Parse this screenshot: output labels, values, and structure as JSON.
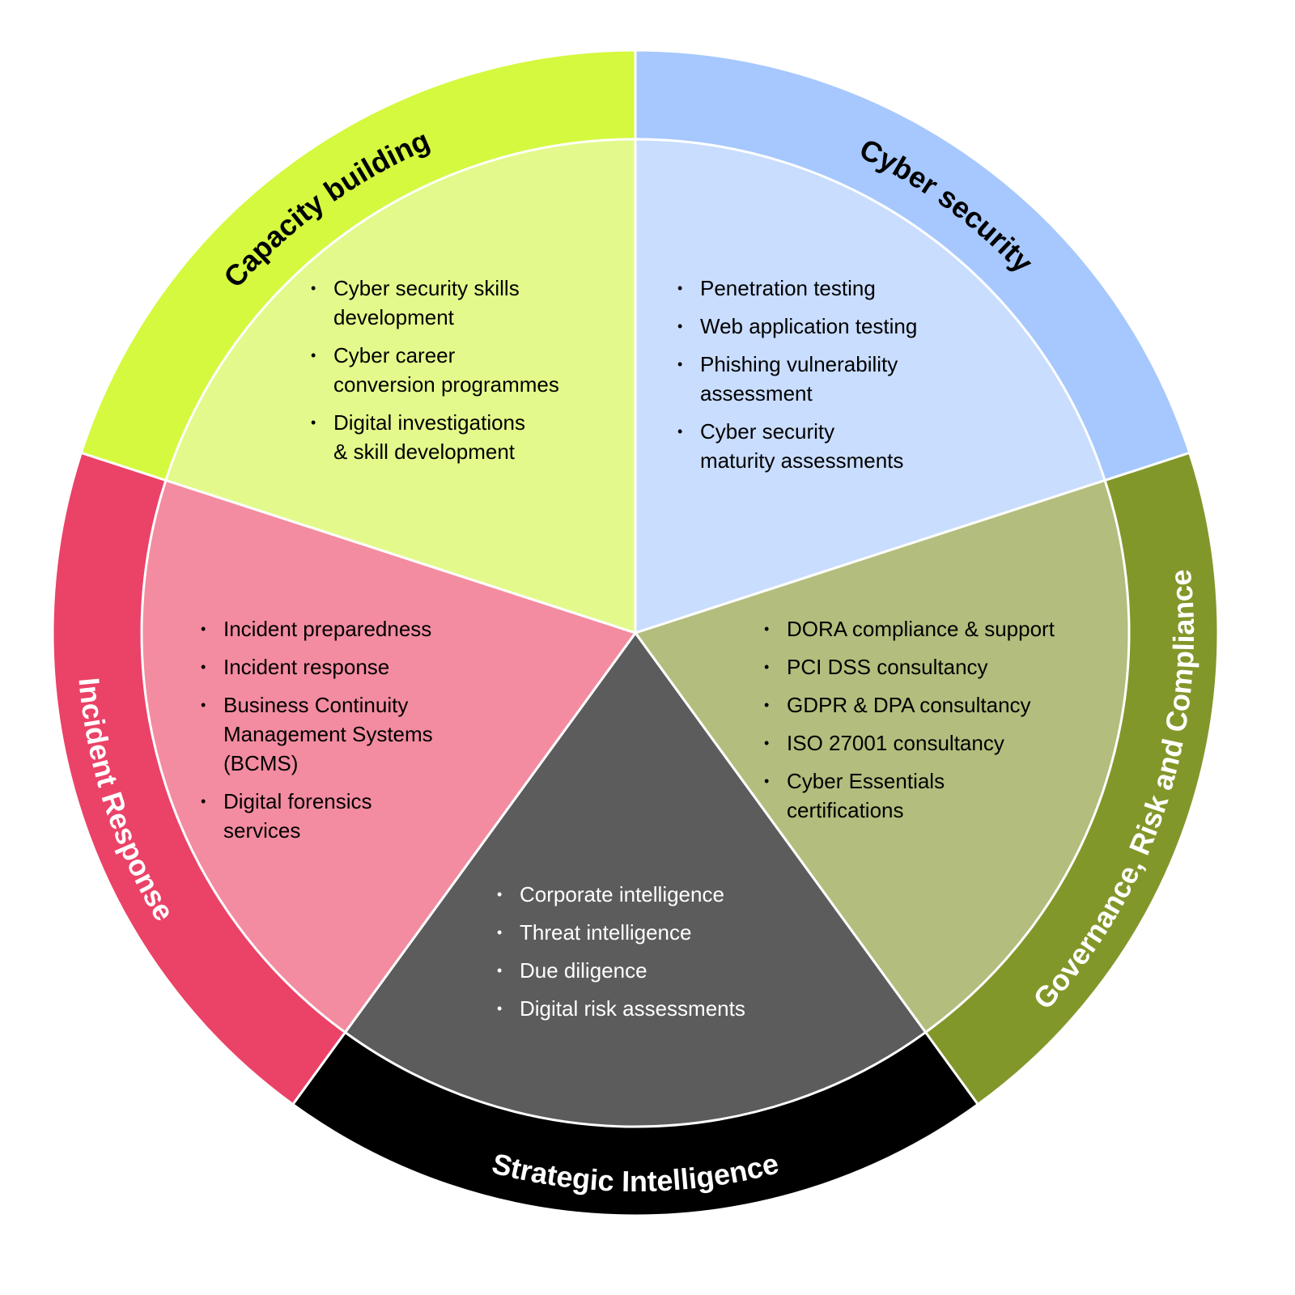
{
  "segments": [
    {
      "id": "capacity-building",
      "title": "Capacity building",
      "outer_color": "#d4f93f",
      "inner_color": "#e3f98b",
      "text_color": "#000000",
      "title_color": "#000000",
      "items": [
        [
          "Cyber security skills",
          "development"
        ],
        [
          "Cyber career",
          "conversion programmes"
        ],
        [
          "Digital investigations",
          "& skill development"
        ]
      ]
    },
    {
      "id": "cyber-security",
      "title": "Cyber security",
      "outer_color": "#a6c8fe",
      "inner_color": "#c9ddfe",
      "text_color": "#000000",
      "title_color": "#000000",
      "items": [
        [
          "Penetration testing"
        ],
        [
          "Web application testing"
        ],
        [
          "Phishing vulnerability",
          "assessment"
        ],
        [
          "Cyber security",
          "maturity assessments"
        ]
      ]
    },
    {
      "id": "governance-risk-compliance",
      "title": "Governance, Risk and Compliance",
      "outer_color": "#82972a",
      "inner_color": "#b3bd7d",
      "text_color": "#000000",
      "title_color": "#ffffff",
      "items": [
        [
          "DORA compliance & support"
        ],
        [
          "PCI DSS consultancy"
        ],
        [
          "GDPR & DPA consultancy"
        ],
        [
          "ISO 27001 consultancy"
        ],
        [
          "Cyber Essentials",
          "certifications"
        ]
      ]
    },
    {
      "id": "strategic-intelligence",
      "title": "Strategic Intelligence",
      "outer_color": "#000000",
      "inner_color": "#5c5c5c",
      "text_color": "#ffffff",
      "title_color": "#ffffff",
      "items": [
        [
          "Corporate intelligence"
        ],
        [
          "Threat intelligence"
        ],
        [
          "Due diligence"
        ],
        [
          "Digital risk assessments"
        ]
      ]
    },
    {
      "id": "incident-response",
      "title": "Incident Response",
      "outer_color": "#eb4267",
      "inner_color": "#f38ca1",
      "text_color": "#000000",
      "title_color": "#ffffff",
      "items": [
        [
          "Incident preparedness"
        ],
        [
          "Incident response"
        ],
        [
          "Business Continuity",
          "Management Systems",
          "(BCMS)"
        ],
        [
          "Digital forensics",
          "services"
        ]
      ]
    }
  ],
  "bullet_glyph": "•"
}
